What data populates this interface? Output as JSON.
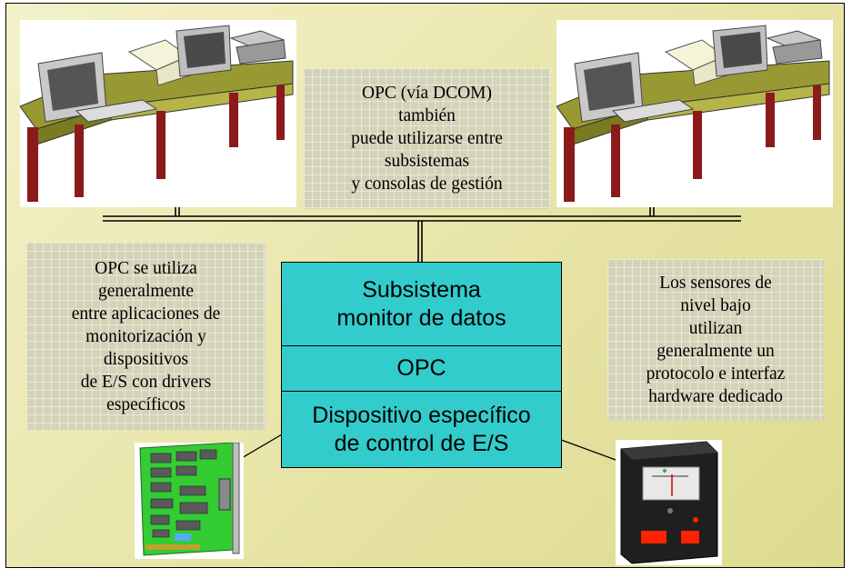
{
  "notes": {
    "top_center": [
      "OPC (vía DCOM)",
      "también",
      "puede utilizarse entre",
      "subsistemas",
      "y consolas de gestión"
    ],
    "left": [
      "OPC se utiliza",
      "generalmente",
      "entre aplicaciones de",
      "monitorización y",
      "dispositivos",
      "de E/S con drivers",
      "específicos"
    ],
    "right": [
      "Los sensores de",
      "nivel bajo",
      "utilizan",
      "generalmente un",
      "protocolo e interfaz",
      "hardware dedicado"
    ]
  },
  "stack": {
    "layer1": [
      "Subsistema",
      "monitor de datos"
    ],
    "layer2": [
      "OPC"
    ],
    "layer3": [
      "Dispositivo específico",
      "de control de E/S"
    ]
  },
  "colors": {
    "background": "#e9e6ac",
    "stack_fill": "#33cccc",
    "note_fill": "#d3d3b8",
    "desk": "#999933",
    "desk_frame": "#8b1a1a",
    "board": "#33cc33",
    "meter_red": "#ff2200"
  },
  "icons": [
    "computer-workstation-icon",
    "computer-workstation-icon",
    "io-card-icon",
    "panel-meter-icon"
  ]
}
